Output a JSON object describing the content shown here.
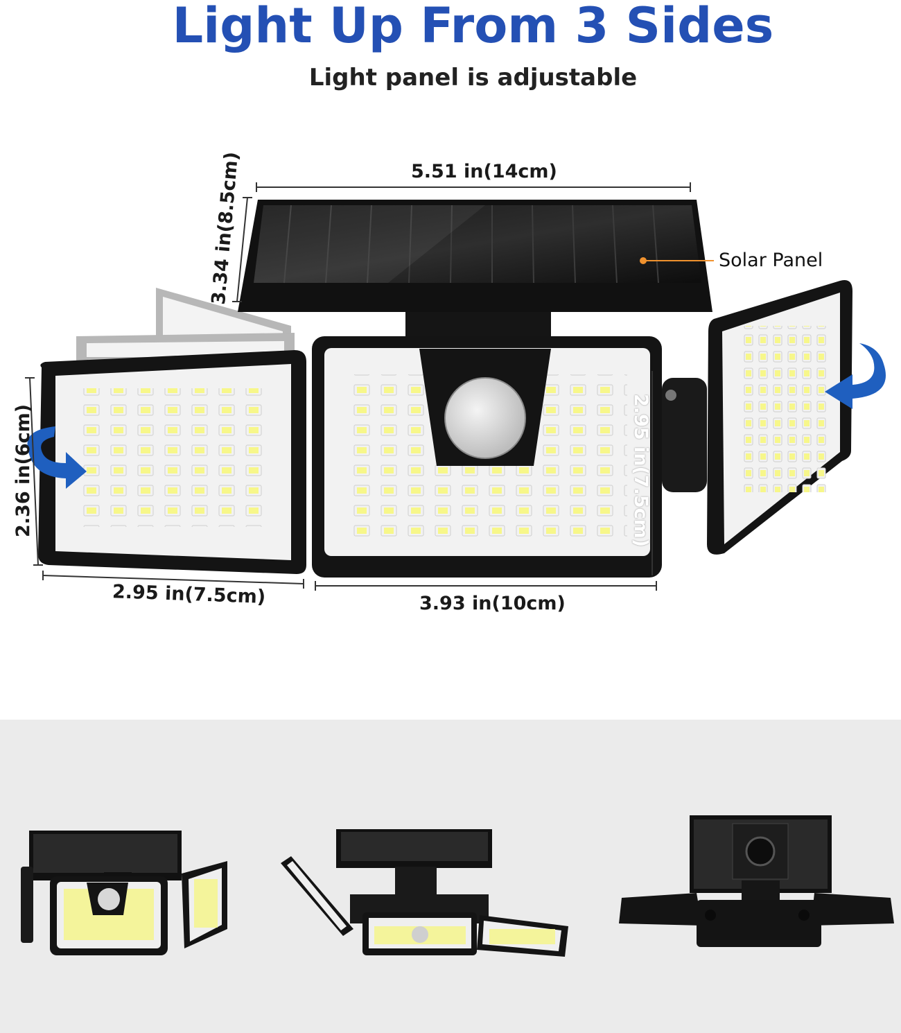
{
  "header": {
    "title": "Light Up From 3 Sides",
    "subtitle": "Light panel is adjustable",
    "title_color": "#2450b4",
    "subtitle_color": "#222222"
  },
  "dimensions": {
    "solar_width": "5.51 in(14cm)",
    "solar_height": "3.34 in(8.5cm)",
    "side_height": "2.36 in(6cm)",
    "side_width": "2.95 in(7.5cm)",
    "center_width": "3.93 in(10cm)",
    "center_height": "2.95 in(7.5cm)"
  },
  "callouts": {
    "solar_panel": "Solar Panel",
    "callout_color": "#f0922e"
  },
  "icons": {
    "rotate_left": "curved-arrow-icon",
    "rotate_right": "curved-arrow-icon",
    "arrow_color": "#1f5fbf"
  },
  "bottom_views": {
    "background": "#ebebeb"
  }
}
